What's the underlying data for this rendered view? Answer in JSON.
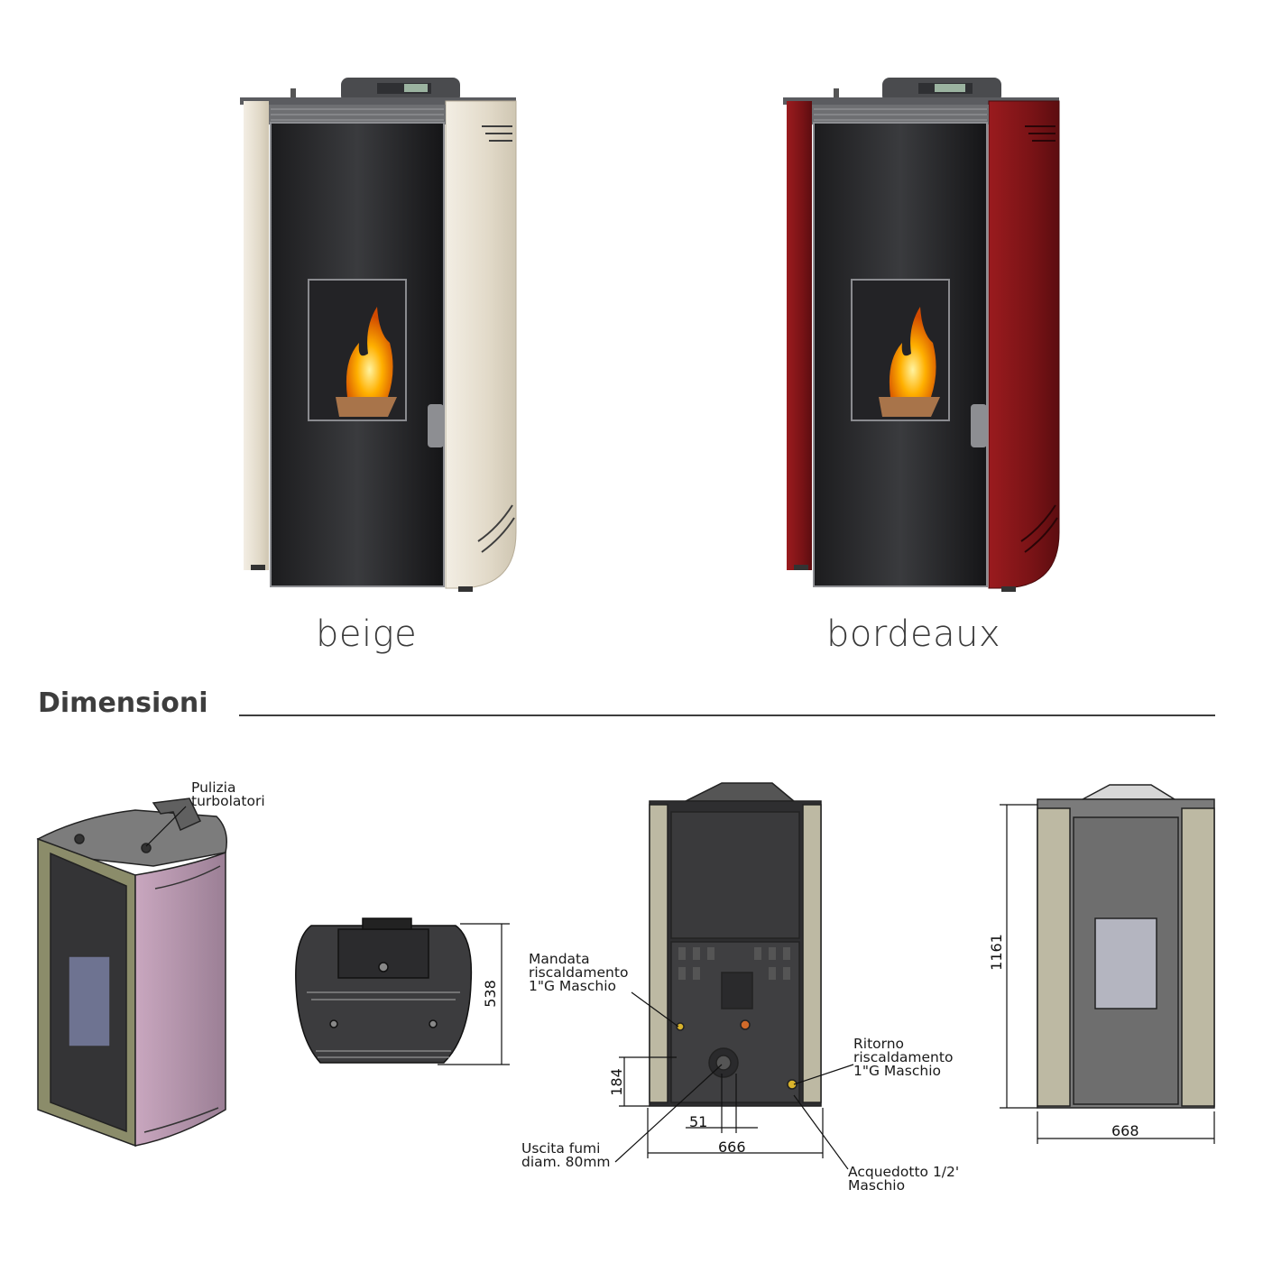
{
  "variants": [
    {
      "name": "beige",
      "panel_color": "#e6dfd2"
    },
    {
      "name": "bordeaux",
      "panel_color": "#7d1517"
    }
  ],
  "section": {
    "title": "Dimensioni"
  },
  "callouts": {
    "pulizia": "Pulizia\nturbolatori",
    "mandata": "Mandata\nriscaldamento\n1\"G Maschio",
    "ritorno": "Ritorno\nriscaldamento\n1\"G Maschio",
    "uscita": "Uscita fumi\ndiam. 80mm",
    "acquedotto": "Acquedotto 1/2'\nMaschio"
  },
  "dimensions": {
    "depth": "538",
    "outlet_height": "184",
    "outlet_offset": "51",
    "width_back": "666",
    "height": "1161",
    "width_front": "668"
  },
  "colors": {
    "accent_line": "#3d3d3d",
    "side_panel_drawing": "#bdb9a3"
  }
}
